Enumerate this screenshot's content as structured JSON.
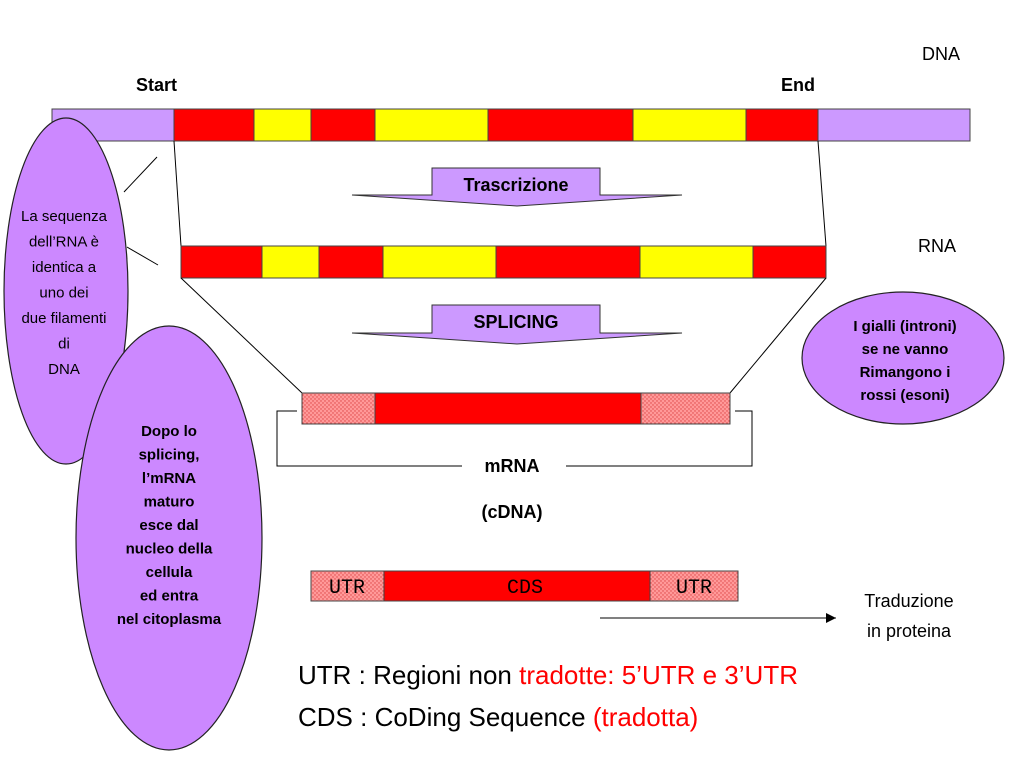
{
  "labels": {
    "dna": "DNA",
    "rna": "RNA",
    "start": "Start",
    "end": "End",
    "transcription": "Trascrizione",
    "splicing": "SPLICING",
    "mrna": "mRNA",
    "cdna": "(cDNA)",
    "utr_left": "UTR",
    "cds": "CDS",
    "utr_right": "UTR",
    "translation_line1": "Traduzione",
    "translation_line2": "in proteina"
  },
  "bubbles": {
    "rna_identity": [
      "La sequenza",
      "dell’RNA è",
      "identica a",
      "uno dei",
      "due filamenti",
      "di",
      "DNA"
    ],
    "introns_exons": [
      "I gialli (introni)",
      "se ne vanno",
      "Rimangono i",
      "rossi (esoni)"
    ],
    "export": [
      "Dopo lo",
      "splicing,",
      "l’mRNA",
      "maturo",
      "esce dal",
      "nucleo della",
      "cellula",
      "ed entra",
      "nel citoplasma"
    ]
  },
  "legend": {
    "utr_prefix": "UTR : Regioni non ",
    "utr_highlight": "tradotte: 5’UTR e 3’UTR",
    "cds_prefix": "CDS : CoDing Sequence ",
    "cds_highlight": "(tradotta)"
  },
  "colors": {
    "exon": "#ff0000",
    "intron": "#ffff00",
    "flank": "#cc99ff",
    "utr": "#ff9999",
    "bubble": "#cc88ff",
    "arrow_box": "#cc99ff",
    "highlight_text": "#ff0000"
  }
}
